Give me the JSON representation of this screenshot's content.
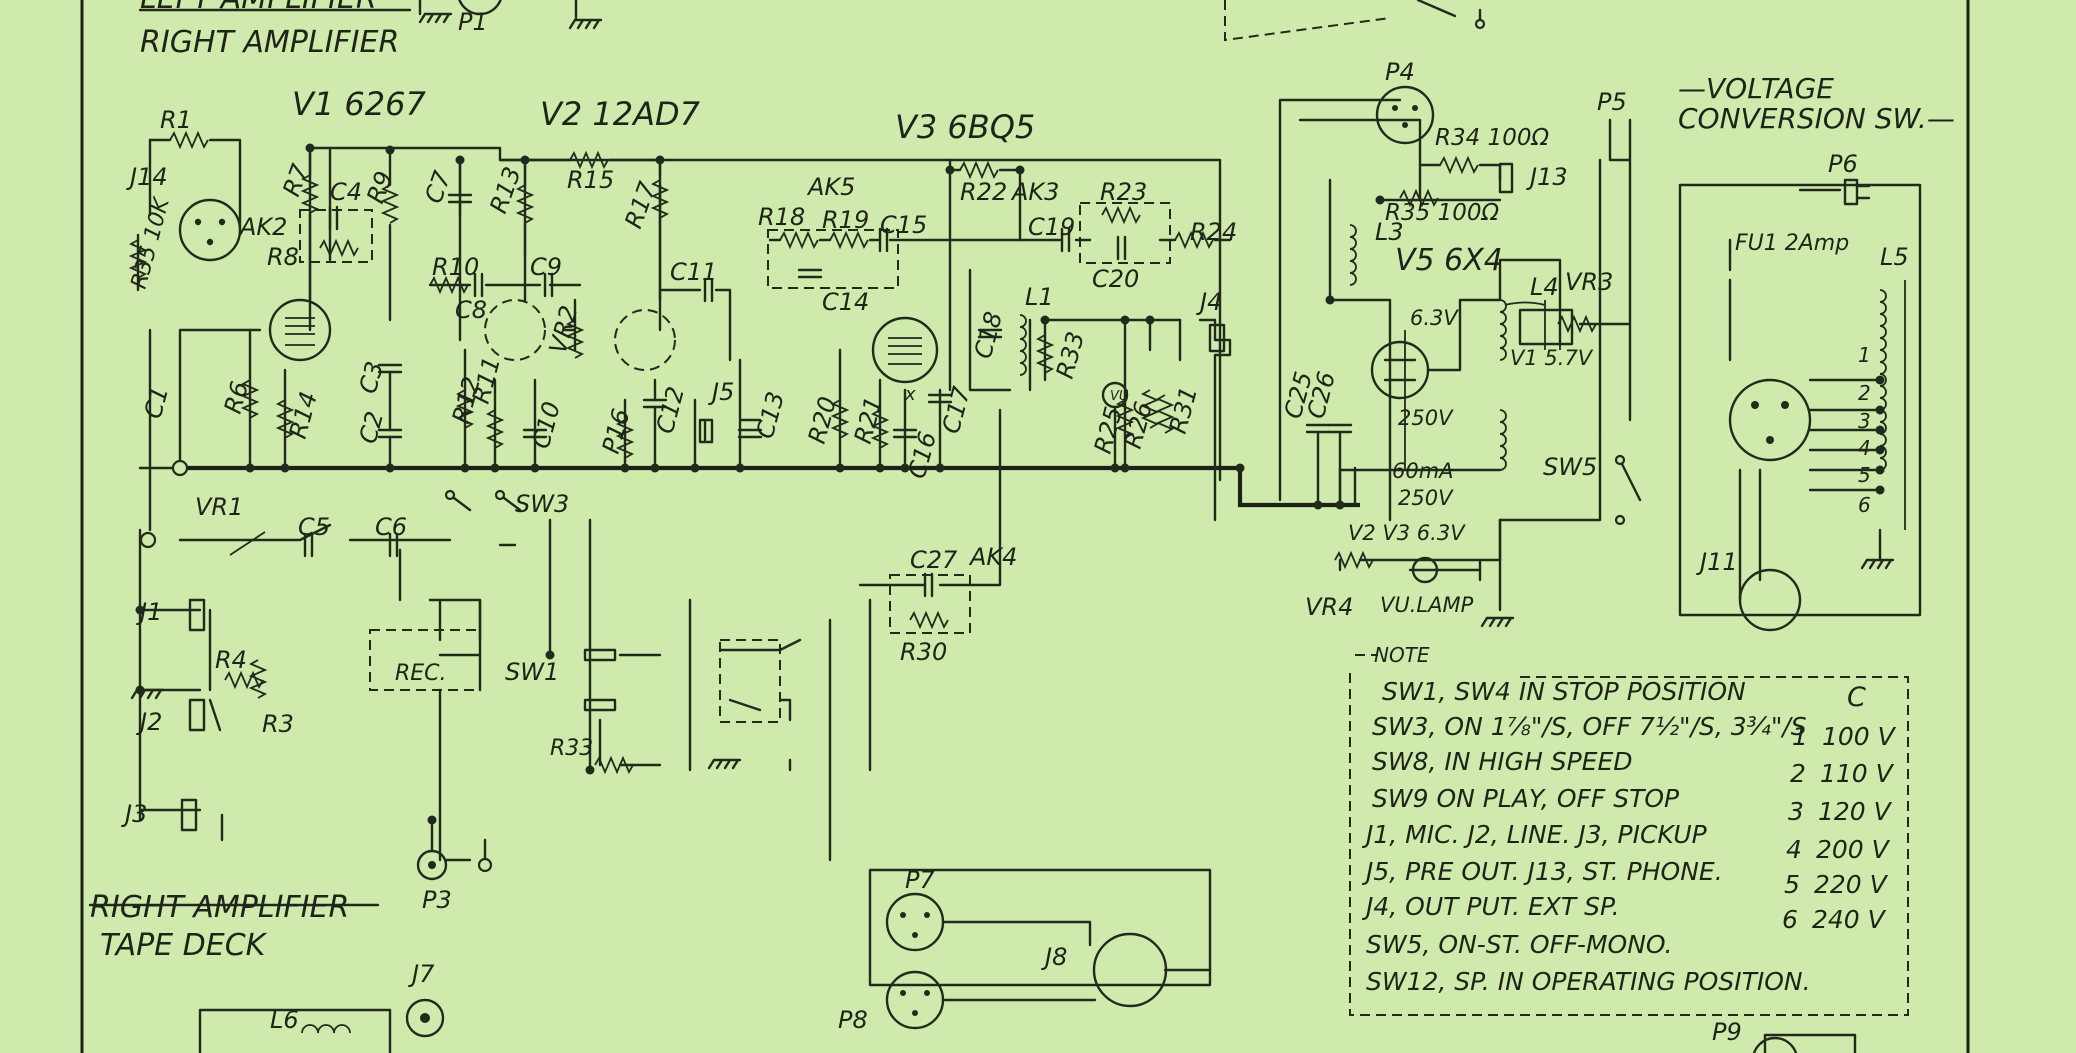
{
  "section_titles": {
    "top_left_partial": "LEFT AMPLIFIER",
    "top_left": "RIGHT AMPLIFIER",
    "bottom_left_1": "RIGHT AMPLIFIER",
    "bottom_left_2": "TAPE DECK",
    "voltage_sw_1": "—VOLTAGE",
    "voltage_sw_2": "CONVERSION SW.—"
  },
  "tubes": {
    "v1": "V1 6267",
    "v2": "V2 12AD7",
    "v3": "V3 6BQ5",
    "v5": "V5 6X4"
  },
  "labels": {
    "P1": "P1",
    "P3": "P3",
    "P4": "P4",
    "P5": "P5",
    "P6": "P6",
    "P7": "P7",
    "P8": "P8",
    "P9": "P9",
    "R1": "R1",
    "R3": "R3",
    "R4": "R4",
    "R6": "R6",
    "R7": "R7",
    "R8": "R8",
    "R9": "R9",
    "R10": "R10",
    "R11": "R11",
    "R12": "R12",
    "R13": "R13",
    "R14": "R14",
    "R15": "R15",
    "R16": "P16",
    "R17": "R17",
    "R18": "R18",
    "R19": "R19",
    "R20": "R20",
    "R21": "R21",
    "R22": "R22",
    "R23": "R23",
    "R24": "R24",
    "R25": "R25",
    "R26": "R26",
    "R30": "R30",
    "R31": "R31",
    "R33": "R33",
    "R33b": "R33",
    "R34": "R34 100Ω",
    "R35": "R35 100Ω",
    "R35b": "R35 10K",
    "C1": "C1",
    "C2": "C2",
    "C3": "C3",
    "C4": "C4",
    "C5": "C5",
    "C6": "C6",
    "C7": "C7",
    "C8": "C8",
    "C9": "C9",
    "C10": "C10",
    "C11": "C11",
    "C12": "C12",
    "C13": "C13",
    "C14": "C14",
    "C15": "C15",
    "C16": "C16",
    "C17": "C17",
    "C18": "C18",
    "C19": "C19",
    "C20": "C20",
    "C25": "C25",
    "C26": "C26",
    "C27": "C27",
    "J1": "J1",
    "J2": "J2",
    "J3": "J3",
    "J4": "J4",
    "J5": "J5",
    "J7": "J7",
    "J8": "J8",
    "J11": "J11",
    "J13": "J13",
    "J14": "J14",
    "AK2": "AK2",
    "AK3": "AK3",
    "AK4": "AK4",
    "AK5": "AK5",
    "VR1": "VR1",
    "VR2": "VR2",
    "VR3": "VR3",
    "VR4": "VR4",
    "L1": "L1",
    "L3": "L3",
    "L4": "L4",
    "L5": "L5",
    "L6": "L6",
    "SW1": "SW1",
    "SW3": "SW3",
    "SW5": "SW5",
    "REC": "REC.",
    "FU1": "FU1 2Amp",
    "v63a": "6.3V",
    "v250a": "250V",
    "ma60": "60mA",
    "v250b": "250V",
    "v57": "V1 5.7V",
    "heater": "V2 V3 6.3V",
    "vulamp": "VU.LAMP",
    "vu": "VU",
    "x": "x",
    "tap1": "1",
    "tap2": "2",
    "tap3": "3",
    "tap4": "4",
    "tap5": "5",
    "tap6": "6"
  },
  "note": {
    "heading": "NOTE",
    "col_header": "C",
    "lines": [
      "SW1, SW4  IN STOP POSITION",
      "SW3, ON 1⅞\"/S, OFF 7½\"/S, 3¾\"/S",
      "SW8, IN HIGH  SPEED",
      "SW9  ON PLAY, OFF STOP",
      "J1, MIC. J2, LINE. J3, PICKUP",
      "J5, PRE OUT. J13, ST. PHONE.",
      "J4, OUT PUT. EXT   SP.",
      "SW5, ON-ST. OFF-MONO.",
      "SW12, SP. IN OPERATING  POSITION."
    ],
    "voltages": [
      {
        "n": "1",
        "v": "100 V"
      },
      {
        "n": "2",
        "v": "110 V"
      },
      {
        "n": "3",
        "v": "120 V"
      },
      {
        "n": "4",
        "v": "200 V"
      },
      {
        "n": "5",
        "v": "220 V"
      },
      {
        "n": "6",
        "v": "240 V"
      }
    ]
  }
}
